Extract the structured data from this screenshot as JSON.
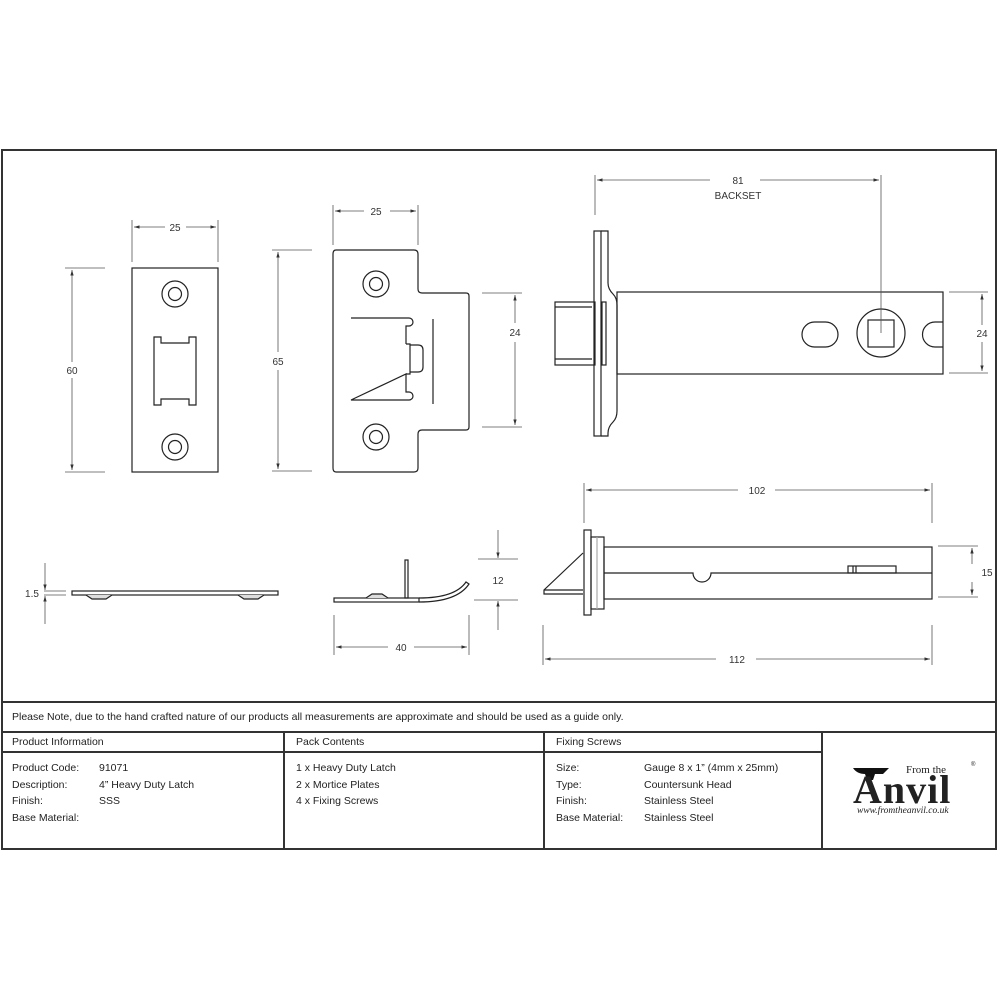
{
  "drawing": {
    "striker_plate_flat": {
      "width_label": "25",
      "height_label": "60"
    },
    "striker_plate_tee": {
      "width_label": "25",
      "height_label": "65",
      "tongue_label": "24"
    },
    "latch_front_view": {
      "backset_value": "81",
      "backset_label": "BACKSET",
      "body_height_label": "24"
    },
    "latch_side_view": {
      "case_length_label": "102",
      "overall_length_label": "112",
      "depth_label": "15"
    },
    "plate_profile": {
      "thickness_label": "1.5"
    },
    "tee_profile": {
      "width_label": "40",
      "height_label": "12"
    }
  },
  "note": "Please Note, due to the hand crafted nature of our products all measurements are approximate and should be used as a guide only.",
  "product_information": {
    "header": "Product Information",
    "rows": [
      {
        "key": "Product Code:",
        "value": "91071"
      },
      {
        "key": "Description:",
        "value": "4” Heavy Duty Latch"
      },
      {
        "key": "Finish:",
        "value": "SSS"
      },
      {
        "key": "Base Material:",
        "value": ""
      }
    ]
  },
  "pack_contents": {
    "header": "Pack Contents",
    "items": [
      "1 x Heavy Duty Latch",
      "2 x Mortice Plates",
      "4 x Fixing Screws"
    ]
  },
  "fixing_screws": {
    "header": "Fixing Screws",
    "rows": [
      {
        "key": "Size:",
        "value": "Gauge 8 x 1” (4mm x 25mm)"
      },
      {
        "key": "Type:",
        "value": "Countersunk Head"
      },
      {
        "key": "Finish:",
        "value": "Stainless Steel"
      },
      {
        "key": "Base Material:",
        "value": "Stainless Steel"
      }
    ]
  },
  "logo": {
    "small_text": "From the",
    "brand": "Anvil",
    "url": "www.fromtheanvil.co.uk",
    "registered": "®"
  }
}
